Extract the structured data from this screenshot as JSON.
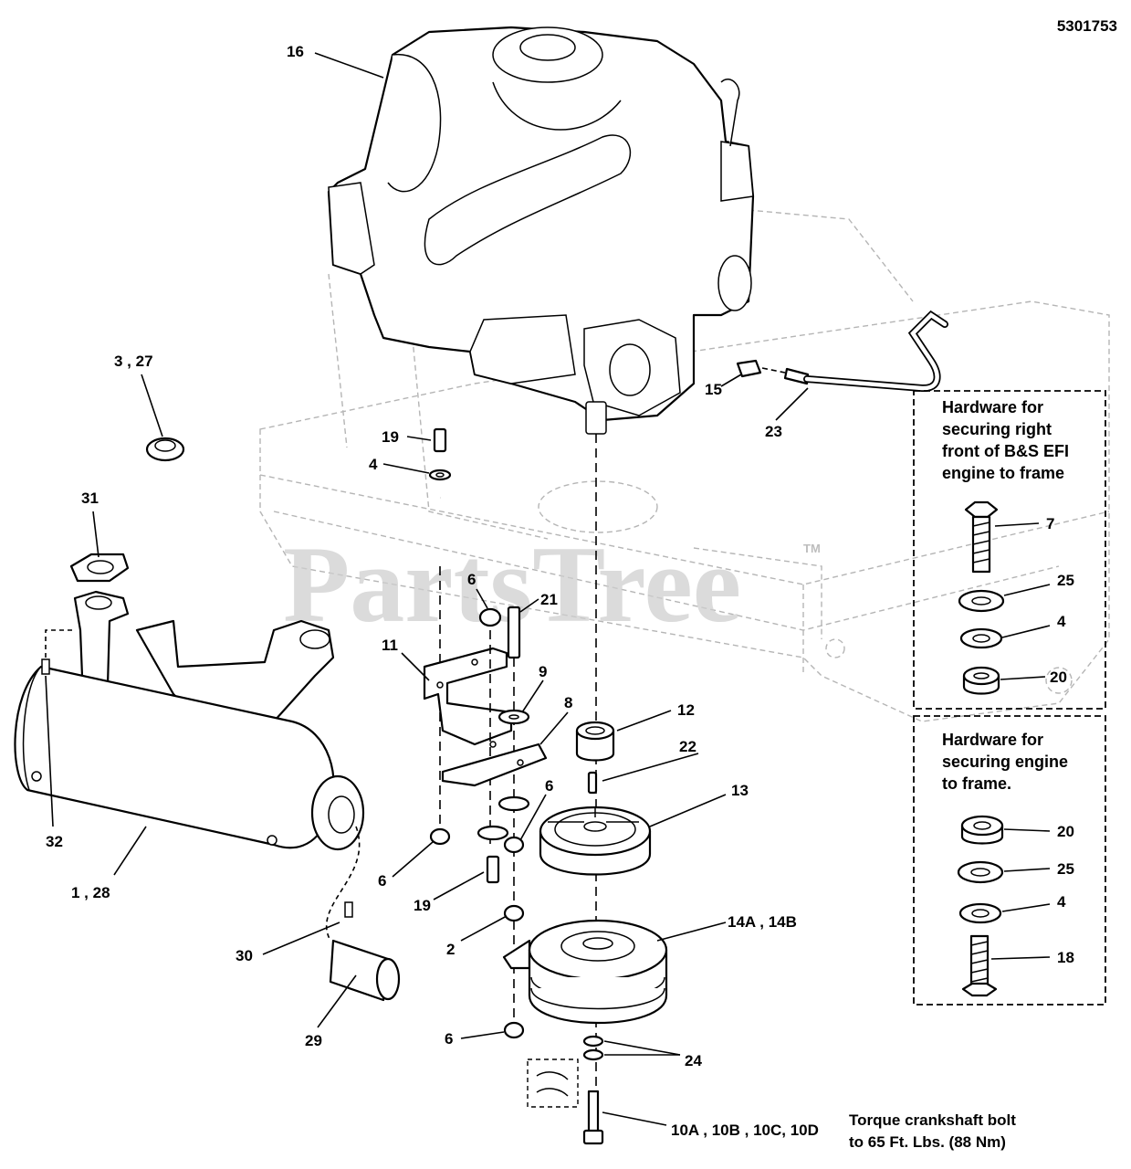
{
  "drawing_number": "5301753",
  "watermark": "PartsTree",
  "watermark_tm": "TM",
  "callouts": {
    "c16": "16",
    "c3_27": "3 , 27",
    "c31": "31",
    "c32": "32",
    "c1_28": "1 , 28",
    "c30": "30",
    "c29": "29",
    "c19a": "19",
    "c4a": "4",
    "c15": "15",
    "c23": "23",
    "c6a": "6",
    "c21": "21",
    "c11": "11",
    "c9": "9",
    "c8": "8",
    "c12": "12",
    "c22": "22",
    "c13": "13",
    "c6b": "6",
    "c6c": "6",
    "c19b": "19",
    "c2": "2",
    "c14": "14A , 14B",
    "c6d": "6",
    "c24": "24",
    "c10": "10A , 10B ,  10C, 10D"
  },
  "torque_note": {
    "line1": "Torque crankshaft bolt",
    "line2": "to 65 Ft. Lbs. (88 Nm)"
  },
  "hardware_box_efi": {
    "title_lines": [
      "Hardware for",
      "securing right",
      "front of B&S EFI",
      "engine to frame"
    ],
    "items": [
      "7",
      "25",
      "4",
      "20"
    ]
  },
  "hardware_box_engine": {
    "title_lines": [
      "Hardware for",
      "securing engine",
      "to frame."
    ],
    "items": [
      "20",
      "25",
      "4",
      "18"
    ]
  }
}
